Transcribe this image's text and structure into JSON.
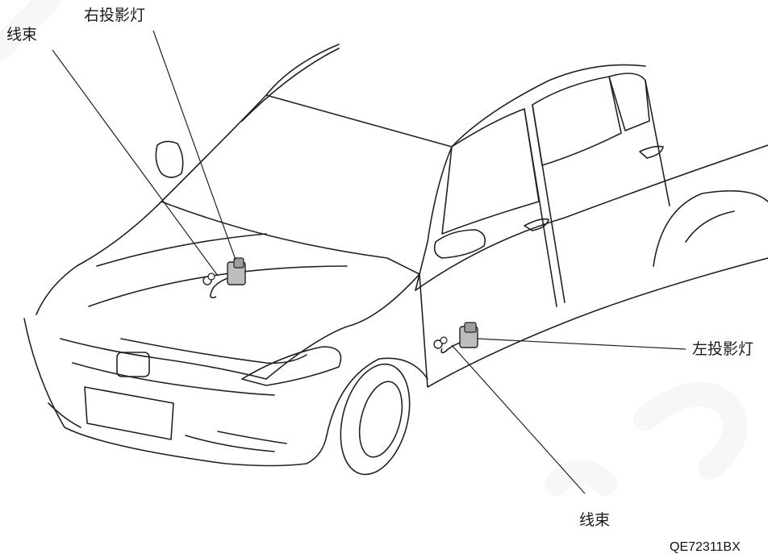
{
  "labels": {
    "harness_top": "线束",
    "right_projector": "右投影灯",
    "left_projector": "左投影灯",
    "harness_bottom": "线束"
  },
  "figure_code": "QE72311BX",
  "colors": {
    "line": "#222222",
    "background": "#ffffff",
    "part_fill": "#bdbdbd"
  }
}
